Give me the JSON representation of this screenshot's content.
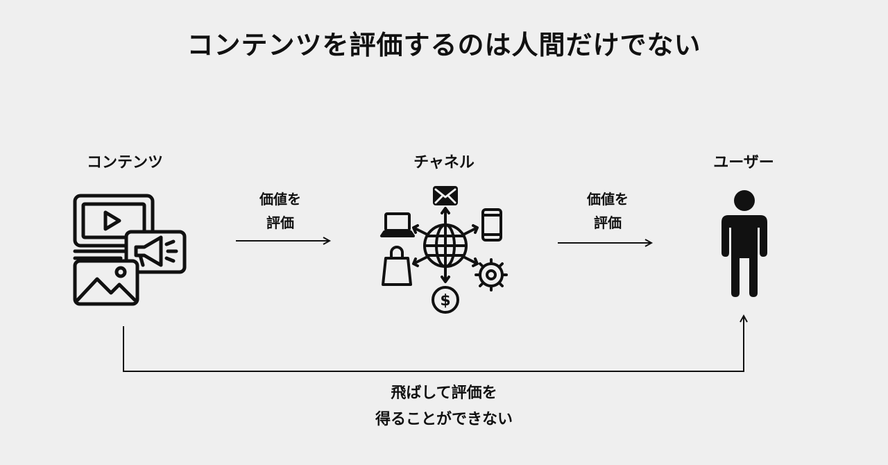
{
  "title": "コンテンツを評価するのは人間だけでない",
  "nodes": {
    "content": "コンテンツ",
    "channel": "チャネル",
    "user": "ユーザー"
  },
  "edges": {
    "content_to_channel": {
      "line1": "価値を",
      "line2": "評価"
    },
    "channel_to_user": {
      "line1": "価値を",
      "line2": "評価"
    },
    "bypass": {
      "line1": "飛ばして評価を",
      "line2": "得ることができない"
    }
  }
}
